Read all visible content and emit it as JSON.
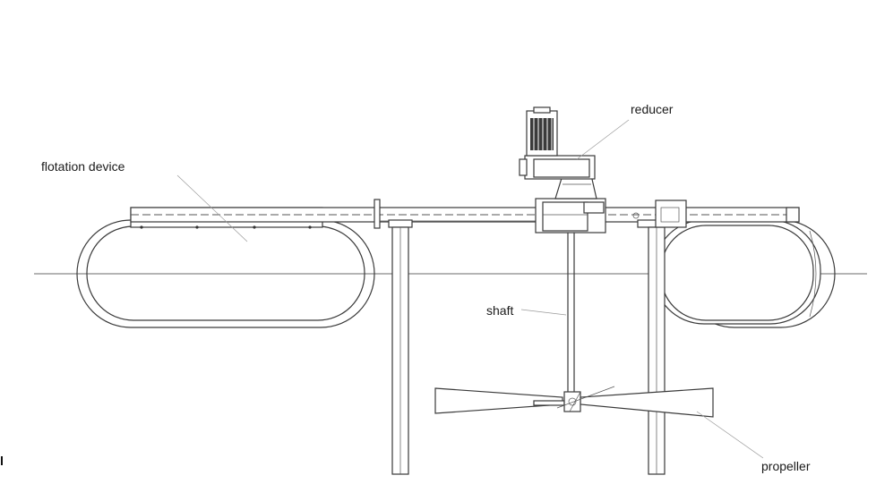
{
  "labels": {
    "reducer": "reducer",
    "flotation_device": "flotation device",
    "shaft": "shaft",
    "propeller": "propeller"
  },
  "colors": {
    "line": "#3a3a3a",
    "leader": "#9a9a9a",
    "background": "#ffffff"
  }
}
